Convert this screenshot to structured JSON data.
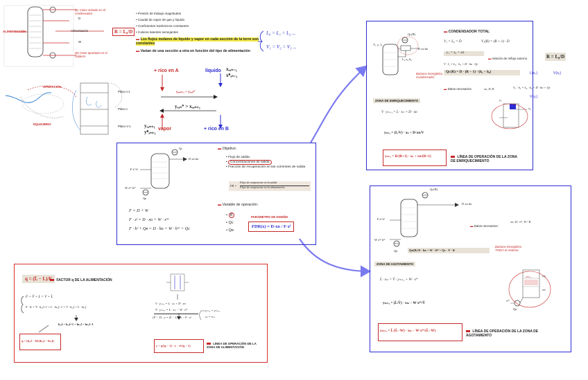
{
  "colors": {
    "blue_frame": "#2b2bd1",
    "red_frame": "#d32f2f",
    "arrow": "#7a7af0",
    "accent_red": "#c62828",
    "highlight": "#f4ec4a"
  },
  "top_left": {
    "labels": [
      "Qᴄ Calor retirado en el condensador",
      "Alimentación",
      "Qʀ Calor aportado en el calderín",
      "D",
      "W",
      "R = L₀/D"
    ],
    "side_label": "ALIMENTACIÓN",
    "lower_labels": [
      "OPERACIÓN",
      "EQUILIBRIO",
      "Plato n-1",
      "Plato n",
      "Plato n+1"
    ]
  },
  "top_middle": {
    "bullets": [
      "Presión de trabajo magnitudes",
      "Caudal de vapor de gas y líquido",
      "Coeficientes isotérmicos constantes",
      "Calores latentes semejantes"
    ],
    "highlight": "Los flujos molares de líquido y vapor en cada sección de la torre son constantes",
    "second": "Varian de una sección a otra en función del tipo de alimentación",
    "formulas": [
      "L₀ = L₁ = L₂ ...",
      "V₁ = V₂ = V₃ ..."
    ]
  },
  "plate_diagram": {
    "rico_a": "+ rico en A",
    "liquido": "líquido",
    "x1": "xₐ,ₙ₋₁",
    "x2": "xᴮ,ₙ₋₁",
    "y_gt": "yₐ,ₙ₊₁ > yₐ,ₙ*",
    "y_eq": "yₐ,ₙ* > xₐ,ₙ₊₁",
    "vapor": "vapor",
    "rico_b": "+ rico en B",
    "ya": "yₐ,ₙ₊₁",
    "yb": "yᴮ,ₙ₊₁"
  },
  "center": {
    "objetivo": "Objetivo:",
    "obj_items": [
      "Flujo de salida",
      "Concentraciones de salida",
      "Fracción de recuperación en las corrientes de salida"
    ],
    "frac_label": "FR =",
    "frac_num": "Flujo de componente en la salida",
    "frac_den": "Flujo de componente en la alimentación",
    "variable": "Variable de operación:",
    "var_items": [
      "R",
      "Qᴄ",
      "Qʀ"
    ],
    "param": "PARÁMETRO DE DISEÑO",
    "fdr": "FDR(x) = D·xᴅ / F·zᶠ",
    "eqs": [
      "F = D + W",
      "F · zᶠ = D · xᴅ + W · xᵂ",
      "F · hᶠ + Qʀ = D · hᴅ + W · hᵂ + Qᴄ"
    ],
    "labels": [
      "Qᴄ",
      "D xᴅ hᴅ",
      "F zᶠ hᶠ",
      "W xᵂ hᵂ",
      "Qʀ"
    ]
  },
  "enr": {
    "condensador": "CONDENSADOR TOTAL",
    "eq1": "V₁ = L₀ = D",
    "eq2": "V₁(R) = (R + 1) · D",
    "eq3": "y₁ = x₀ = xᴅ",
    "reflux_note": "relación de reflujo externo",
    "reflux": "R = L₀/D",
    "balance": "V · I₁ = L₀ · h₀ + D · hᴅ · Qᴄ",
    "qc": "Qᴄ(R) = D · (R − 1) · (h₁ − h₀)",
    "balance_note": "Balance Energético Condensador",
    "datos": "Datos necesarios:",
    "datos_val": "xᴅ, D, R",
    "zona": "ZONA DE ENRIQUECIMIENTO",
    "op1": "V · yₙ₊₁ = L · xₙ + D · xᴅ",
    "op2": "yₙ₊₁ = (L/V) · xₙ + D·xᴅ/V",
    "op3": "yₙ₊₁ = R/(R+1) · xₙ + xᴅ/(R+1)",
    "linea": "LÍNEA DE OPERACIÓN DE LA ZONA DE ENRIQUECIMIENTO",
    "right_note": "V₁ · h₁ = L₀ · h₀ + D · hᴅ + Qᴄ",
    "right_funcs": [
      "L(x₀)",
      "V(x₁)",
      "V(y₁)"
    ],
    "col_labels": [
      "Qᴄ(R)",
      "V₁ y₁ I₁",
      "L₀ x₀ h₀",
      "D xᴅ hᴅ",
      "y₁",
      "x₀"
    ]
  },
  "agot": {
    "datos": "Datos necesarios:",
    "datos_val": "xᴅ, D / xᵂ, W / R",
    "qr": "Qʀ(R)  D · hᴅ + W · hᵂ + Qᴄ · F · hᶠ",
    "balance_note": "Balance Energético TODO el sistema",
    "zona": "ZONA DE AGOTAMIENTO",
    "op1": "L̄ · xₘ = V̄ · yₘ₊₁ + W · xᵂ",
    "op2": "yₘ₊₁ = (L̄/V̄) · xₘ − W·xᵂ/V̄",
    "op3": "yₘ₊₁ = L̄/(L̄−W) · xₘ − W·xᵂ/(L̄−W)",
    "linea": "LÍNEA DE OPERACIÓN DE LA ZONA DE AGOTAMIENTO",
    "labels": [
      "Qᴄ(R)",
      "D xᴅ hᴅ",
      "F zᶠ hᶠ",
      "W xᵂ hᵂ",
      "Qʀ",
      "yₘ₊₁",
      "xᵂ",
      "Qʀ",
      "yₘ",
      "xₘ"
    ]
  },
  "feed": {
    "q_def": "q = (L̄ − L)/F",
    "factor": "FACTOR q DE LA ALIMENTACIÓN",
    "sys1": "F + V̄ + L = V + L̄",
    "sys2": "F · hᶠ + V̄ · hᵥ,f+1 + L · hʟ,f−1 = V · hᵥ,f + L̄ · hʟ,f",
    "approx": "hᵥ,f = hᵥ,f+1 = hʟ,f = hʟ,f−1",
    "q_final": "q = (hᵥ,f − hᶠ)/(hᵥ,f − hʟ,f)",
    "mid1": "V · yₙ₊₁ = L · xₙ + D · xᴅ",
    "mid2": "V̄ · yₘ₊₁ = L̄ · xₘ − W · xᵂ",
    "mid3": "(V̄ − V) · y = (L̄ − L) · x − F · zᶠ",
    "side1": "yₙ₊₁ = yₘ₊₁",
    "side2": "xₙ = xₘ",
    "line_q": "y = q/(q − 1) · x − zᶠ/(q − 1)",
    "linea": "LÍNEA DE OPERACIÓN DE LA ZONA DE ALIMENTACIÓN"
  }
}
